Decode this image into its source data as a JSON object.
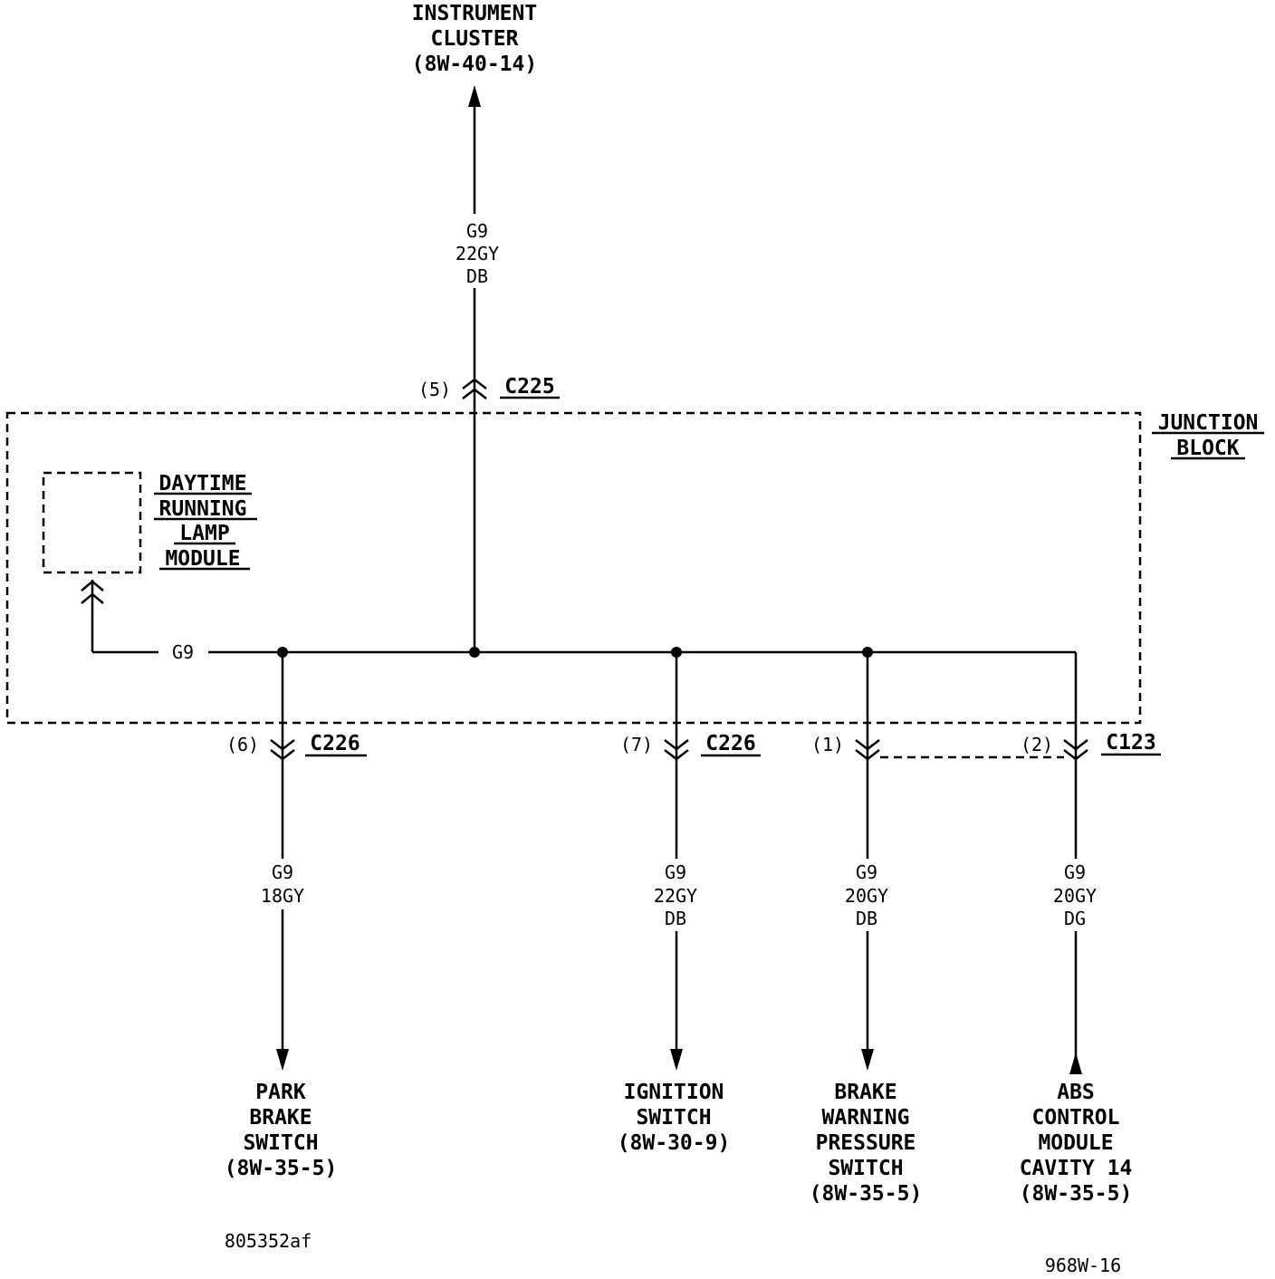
{
  "diagram": {
    "circuit": "G9",
    "junction_block": {
      "lines": [
        "JUNCTION",
        "BLOCK"
      ]
    },
    "drl_module": {
      "lines": [
        "DAYTIME",
        "RUNNING",
        "LAMP",
        "MODULE"
      ],
      "wire_label": "G9"
    },
    "top": {
      "destination": [
        "INSTRUMENT",
        "CLUSTER",
        "(8W-40-14)"
      ],
      "wire": [
        "G9",
        "22GY",
        "DB"
      ],
      "pin": "(5)",
      "connector": "C225"
    },
    "branches": [
      {
        "id": "park-brake",
        "pin": "(6)",
        "connector": "C226",
        "wire": [
          "G9",
          "18GY"
        ],
        "destination": [
          "PARK",
          "BRAKE",
          "SWITCH",
          "(8W-35-5)"
        ]
      },
      {
        "id": "ignition",
        "pin": "(7)",
        "connector": "C226",
        "wire": [
          "G9",
          "22GY",
          "DB"
        ],
        "destination": [
          "IGNITION",
          "SWITCH",
          "(8W-30-9)"
        ]
      },
      {
        "id": "brake-warning",
        "pin": "(1)",
        "connector": "",
        "wire": [
          "G9",
          "20GY",
          "DB"
        ],
        "destination": [
          "BRAKE",
          "WARNING",
          "PRESSURE",
          "SWITCH",
          "(8W-35-5)"
        ]
      },
      {
        "id": "abs",
        "pin": "(2)",
        "connector": "C123",
        "wire": [
          "G9",
          "20GY",
          "DG"
        ],
        "destination": [
          "ABS",
          "CONTROL",
          "MODULE",
          "CAVITY 14",
          "(8W-35-5)"
        ]
      }
    ],
    "figure_id": "805352af",
    "page_ref": "968W-16"
  }
}
